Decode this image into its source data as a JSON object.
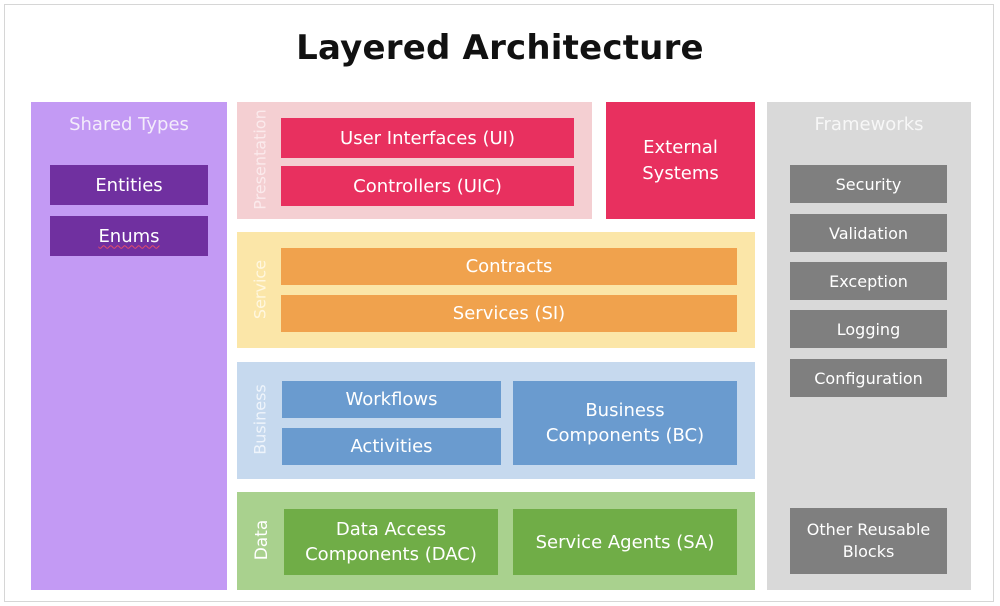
{
  "title": "Layered Architecture",
  "shared_types": {
    "title": "Shared Types",
    "items": [
      "Entities",
      "Enums"
    ]
  },
  "presentation": {
    "label": "Presentation",
    "items": [
      "User Interfaces (UI)",
      "Controllers (UIC)"
    ]
  },
  "external_systems": "External\nSystems",
  "service": {
    "label": "Service",
    "items": [
      "Contracts",
      "Services (SI)"
    ]
  },
  "business": {
    "label": "Business",
    "items": [
      "Workflows",
      "Activities"
    ],
    "components": "Business\nComponents (BC)"
  },
  "data": {
    "label": "Data",
    "items": [
      "Data Access\nComponents (DAC)",
      "Service Agents (SA)"
    ]
  },
  "frameworks": {
    "title": "Frameworks",
    "items": [
      "Security",
      "Validation",
      "Exception",
      "Logging",
      "Configuration"
    ],
    "other": "Other Reusable\nBlocks"
  },
  "colors": {
    "shared_panel": "#c39af4",
    "shared_item": "#7030a0",
    "presentation_panel": "#f4cfd2",
    "presentation_item": "#e8305f",
    "service_panel": "#fbe6a8",
    "service_item": "#f0a24d",
    "business_panel": "#c6d9ee",
    "business_item": "#6a9bcf",
    "data_panel": "#a9d18e",
    "data_item": "#70ad47",
    "frameworks_panel": "#d9d9d9",
    "frameworks_item": "#7f7f7f"
  }
}
